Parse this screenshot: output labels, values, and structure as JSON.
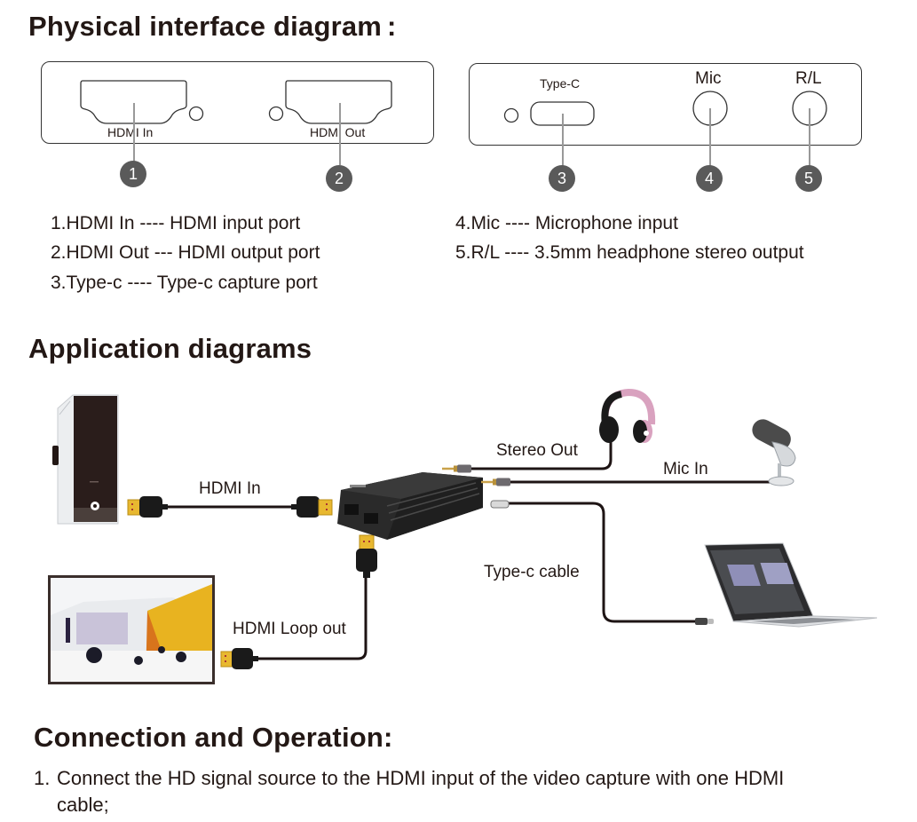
{
  "sections": {
    "physical_title": "Physical interface diagram",
    "physical_colon": ":",
    "application_title": "Application diagrams",
    "connection_title": "Connection and Operation:"
  },
  "panel_left": {
    "ports": [
      {
        "label": "HDMI In",
        "number": "1"
      },
      {
        "label": "HDMI Out",
        "number": "2"
      }
    ]
  },
  "panel_right": {
    "ports": [
      {
        "label": "Type-C",
        "number": "3"
      },
      {
        "label": "Mic",
        "number": "4"
      },
      {
        "label": "R/L",
        "number": "5"
      }
    ]
  },
  "port_descriptions": {
    "left": [
      "1.HDMI In ---- HDMI input port",
      "2.HDMI Out --- HDMI output port",
      "3.Type-c ---- Type-c capture port"
    ],
    "right": [
      "4.Mic ---- Microphone input",
      "5.R/L ---- 3.5mm headphone stereo output"
    ]
  },
  "application": {
    "cable_labels": {
      "hdmi_in": "HDMI In",
      "hdmi_loop_out": "HDMI Loop out",
      "stereo_out": "Stereo Out",
      "mic_in": "Mic In",
      "type_c_cable": "Type-c cable"
    },
    "devices": [
      "pc-tower",
      "video-capture-box",
      "headphones",
      "microphone",
      "display-screen",
      "laptop"
    ],
    "colors": {
      "cable": "#1e1414",
      "hdmi_gold": "#e8b830",
      "capture_box": "#2a2a2a",
      "headphone_pink": "#d9a2bf",
      "display_yellow": "#e8b320",
      "display_orange": "#d8741c"
    }
  },
  "operation_steps": [
    {
      "number": "1.",
      "line1": "Connect the HD signal source to the HDMI input of the video capture with one HDMI",
      "line2": "cable;"
    }
  ]
}
